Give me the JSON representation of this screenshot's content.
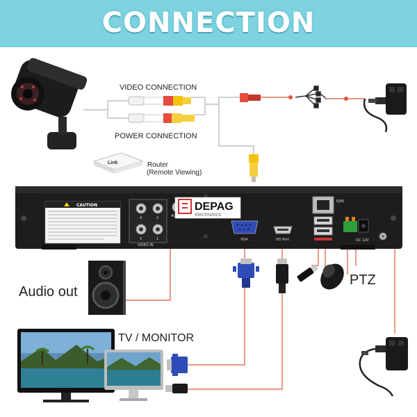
{
  "banner": {
    "title": "CONNECTION"
  },
  "labels": {
    "video_connection": "VIDEO CONNECTION",
    "power_connection": "POWER CONNECTION",
    "router_line1": "Router",
    "router_line2": "(Remote Viewing)",
    "router_brand": "Link",
    "audio_out": "Audio out",
    "tv_monitor": "TV / MONITOR",
    "ptz": "PTZ"
  },
  "dvr": {
    "caution": "CAUTION",
    "video_in": "VIDEO IN",
    "audio_out_port": "AUDIO OUT",
    "vga": "VGA",
    "hd_port": "HD Port",
    "rj45": "RJ45",
    "dc_12v": "DC 12V",
    "channels": [
      "4",
      "2",
      "3",
      "1"
    ]
  },
  "logo": {
    "name": "DEPAG",
    "tagline": "electronics"
  },
  "colors": {
    "banner": "#7fd3e1",
    "wire": "#e2553d",
    "dvr_body": "#1d1d1d",
    "vga_blue": "#2f4bb8"
  }
}
